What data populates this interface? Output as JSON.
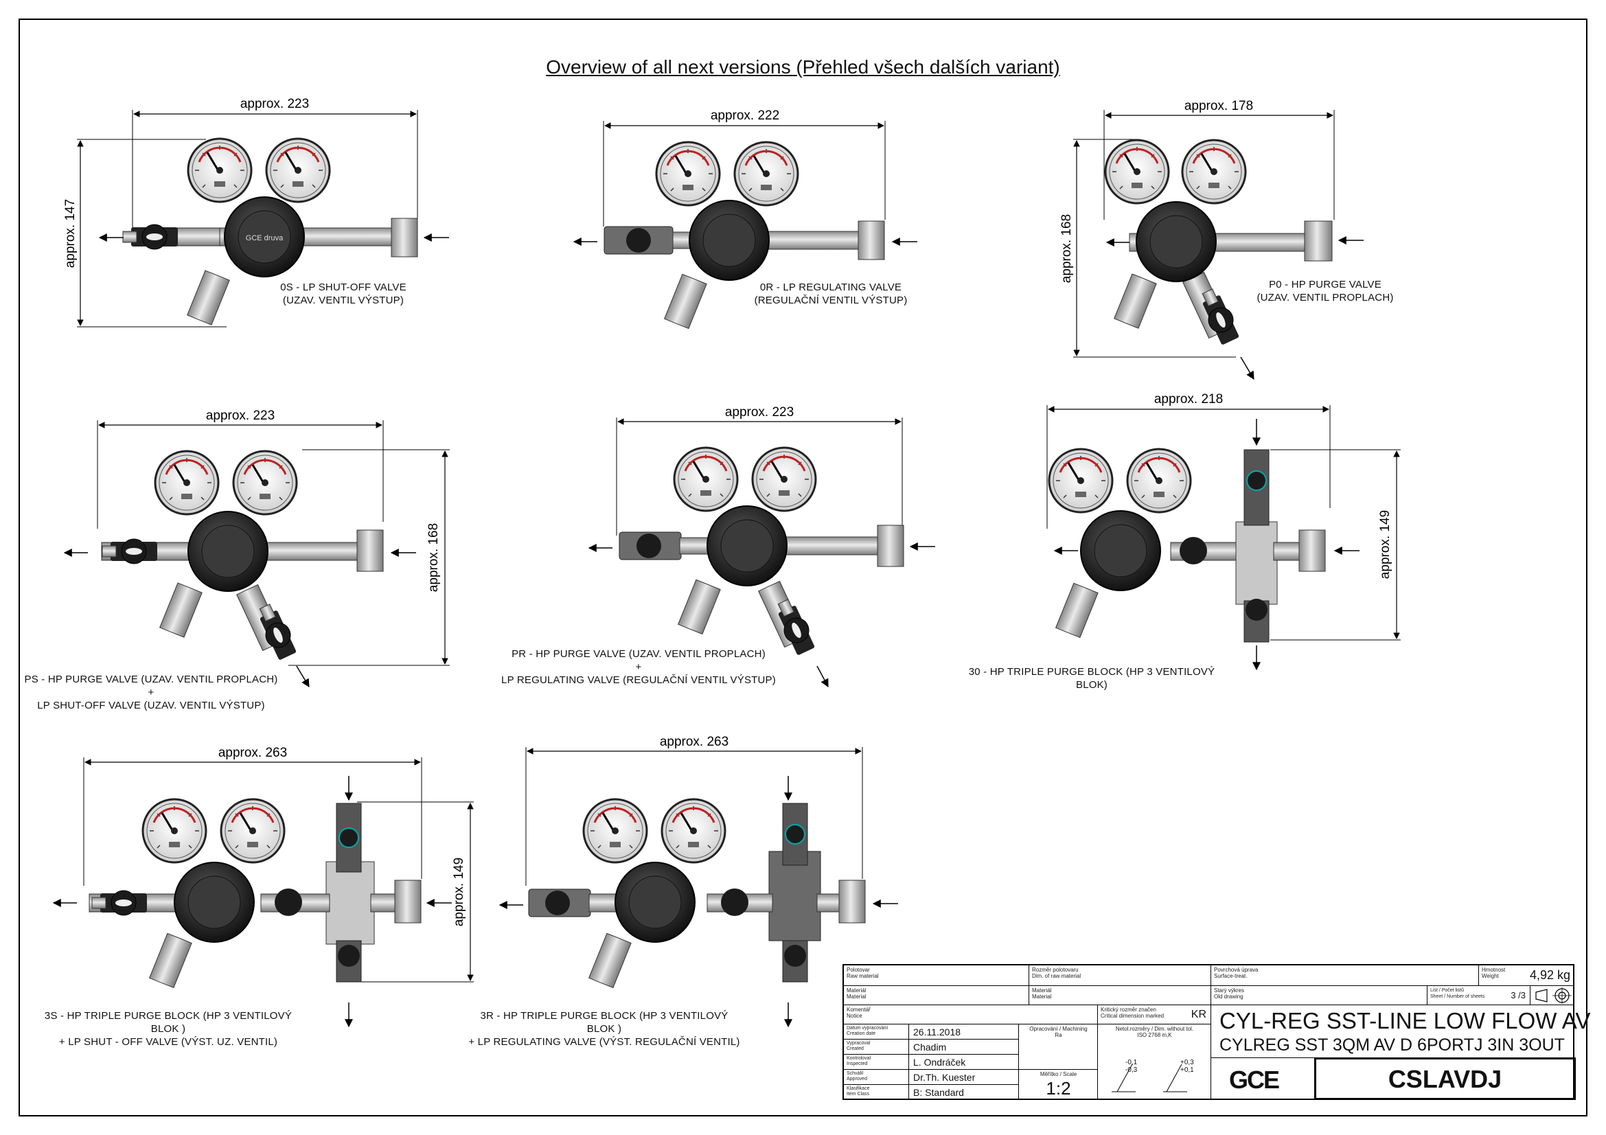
{
  "title": "Overview of all next versions (Přehled všech dalších variant)",
  "views": [
    {
      "id": "0S",
      "width_dim": "approx. 223",
      "height_dim": "approx. 147",
      "caption": [
        "0S - LP SHUT-OFF VALVE",
        "(UZAV. VENTIL VÝSTUP)"
      ]
    },
    {
      "id": "0R",
      "width_dim": "approx. 222",
      "caption": [
        "0R - LP REGULATING VALVE",
        "(REGULAČNÍ VENTIL VÝSTUP)"
      ]
    },
    {
      "id": "P0",
      "width_dim": "approx. 178",
      "height_dim": "approx. 168",
      "caption": [
        "P0 - HP PURGE VALVE",
        "(UZAV. VENTIL PROPLACH)"
      ]
    },
    {
      "id": "PS",
      "width_dim": "approx. 223",
      "height_dim": "approx. 168",
      "caption": [
        "PS - HP PURGE VALVE (UZAV. VENTIL PROPLACH)",
        "+",
        "LP SHUT-OFF VALVE (UZAV. VENTIL VÝSTUP)"
      ]
    },
    {
      "id": "PR",
      "width_dim": "approx. 223",
      "caption": [
        "PR - HP PURGE VALVE (UZAV. VENTIL PROPLACH)",
        "+",
        "LP REGULATING VALVE (REGULAČNÍ VENTIL VÝSTUP)"
      ]
    },
    {
      "id": "30",
      "width_dim": "approx. 218",
      "height_dim": "approx. 149",
      "caption": [
        "30 - HP TRIPLE PURGE BLOCK  (HP 3 VENTILOVÝ BLOK)"
      ]
    },
    {
      "id": "3S",
      "width_dim": "approx. 263",
      "height_dim": "approx. 149",
      "caption": [
        "3S - HP TRIPLE PURGE BLOCK (HP 3 VENTILOVÝ BLOK )",
        "+ LP SHUT - OFF VALVE (VÝST. UZ. VENTIL)"
      ]
    },
    {
      "id": "3R",
      "width_dim": "approx. 263",
      "caption": [
        "3R - HP TRIPLE PURGE BLOCK (HP 3 VENTILOVÝ BLOK )",
        "+ LP REGULATING VALVE (VÝST. REGULAČNÍ VENTIL)"
      ]
    }
  ],
  "logo_text": "GCE druva",
  "title_block": {
    "raw_material_label": "Polotovar\nRaw material",
    "dim_raw_label": "Rozměr polotovaru\nDim. of raw material",
    "surface_label": "Povrchová úprava\nSurface-treat.",
    "weight_label": "Hmotnost\nWeight",
    "weight": "4,92 kg",
    "material_label": "Materiál\nMaterial",
    "material2_label": "Materiál\nMaterial",
    "old_drawing_label": "Starý výkres\nOld drawing",
    "sheet_label": "List / Počet listů\nSheet / Number of sheets",
    "sheet": "3 /3",
    "comment_label": "Komentář\nNotice",
    "critical_label": "Kritický rozměr značen\nCritical dimension marked",
    "critical_mark": "KR",
    "title1": "CYL-REG SST-LINE LOW FLOW AV",
    "title2": "CYLREG SST 3QM AV D 6PORTJ 3IN 3OUT",
    "date_label": "Datum vypracování\nCreation date",
    "date": "26.11.2018",
    "created_label": "Vypracoval\nCreated",
    "created": "Chadim",
    "inspected_label": "Kontroloval\nInspected",
    "inspected": "L. Ondráček",
    "approved_label": "Schválil\nApproved",
    "approved": "Dr.Th. Kuester",
    "class_label": "Klasifikace\nItem Class",
    "item_class": "B: Standard",
    "machining_label": "Opracování / Machining\nRa",
    "scale_label": "Měřítko / Scale",
    "scale": "1:2",
    "tolerance_label": "Netol.rozměry / Dim. without tol.\nISO 2768 m,K",
    "tol1_a": "-0,1",
    "tol1_b": "-0,3",
    "tol2_a": "+0,3",
    "tol2_b": "+0,1",
    "logo": "GCE",
    "part_number": "CSLAVDJ"
  }
}
